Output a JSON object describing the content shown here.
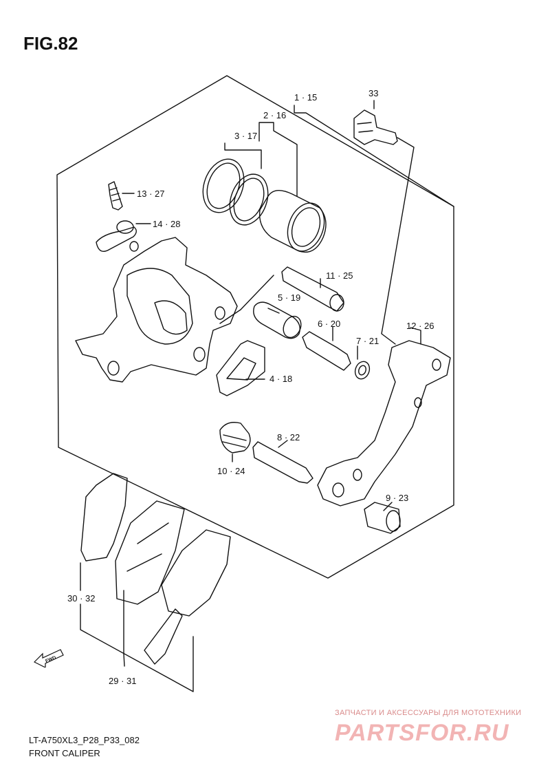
{
  "figure": {
    "title": "FIG.82"
  },
  "callouts": {
    "p1": "1 · 15",
    "p2": "2 · 16",
    "p3": "3 · 17",
    "p4": "4 · 18",
    "p5": "5 · 19",
    "p6": "6 · 20",
    "p7": "7 · 21",
    "p8": "8 · 22",
    "p9": "9 · 23",
    "p10": "10 · 24",
    "p11": "11 · 25",
    "p12": "12 · 26",
    "p13": "13 · 27",
    "p14": "14 · 28",
    "p29": "29 · 31",
    "p30": "30 · 32",
    "p33": "33"
  },
  "fwd_label": "FWD",
  "footer": {
    "code": "LT-A750XL3_P28_P33_082",
    "name": "FRONT CALIPER"
  },
  "watermark": {
    "tagline": "ЗАПЧАСТИ И АКСЕССУАРЫ ДЛЯ МОТОТЕХНИКИ",
    "brand": "PARTSFOR.RU"
  }
}
